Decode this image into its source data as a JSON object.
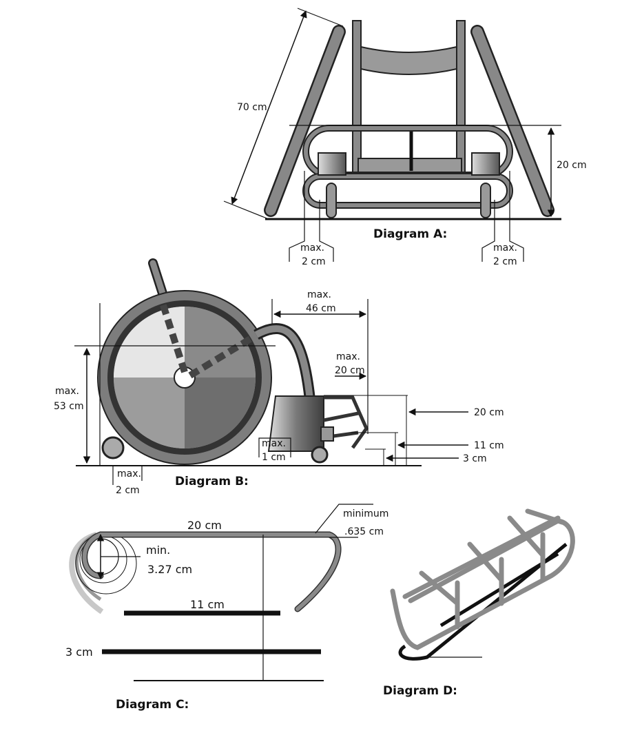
{
  "diagram_a": {
    "title": "Diagram A:",
    "label_70cm": "70 cm",
    "label_20cm": "20 cm",
    "left_max": "max.",
    "left_2cm": "2 cm",
    "right_max": "max.",
    "right_2cm": "2 cm"
  },
  "diagram_b": {
    "title": "Diagram B:",
    "max46_max": "max.",
    "max46_val": "46 cm",
    "max20_max": "max.",
    "max20_val": "20 cm",
    "max53_max": "max.",
    "max53_val": "53 cm",
    "max1_max": "max.",
    "max1_val": "1 cm",
    "max2_max": "max.",
    "max2_val": "2 cm",
    "h20": "20 cm",
    "h11": "11 cm",
    "h3": "3 cm"
  },
  "diagram_c": {
    "title": "Diagram C:",
    "top_20cm": "20 cm",
    "minimum": "minimum",
    "minimum_val": ".635 cm",
    "min_label": "min.",
    "min_val": "3.27 cm",
    "bar_11cm": "11 cm",
    "bar_3cm": "3 cm"
  },
  "diagram_d": {
    "title": "Diagram D:"
  }
}
